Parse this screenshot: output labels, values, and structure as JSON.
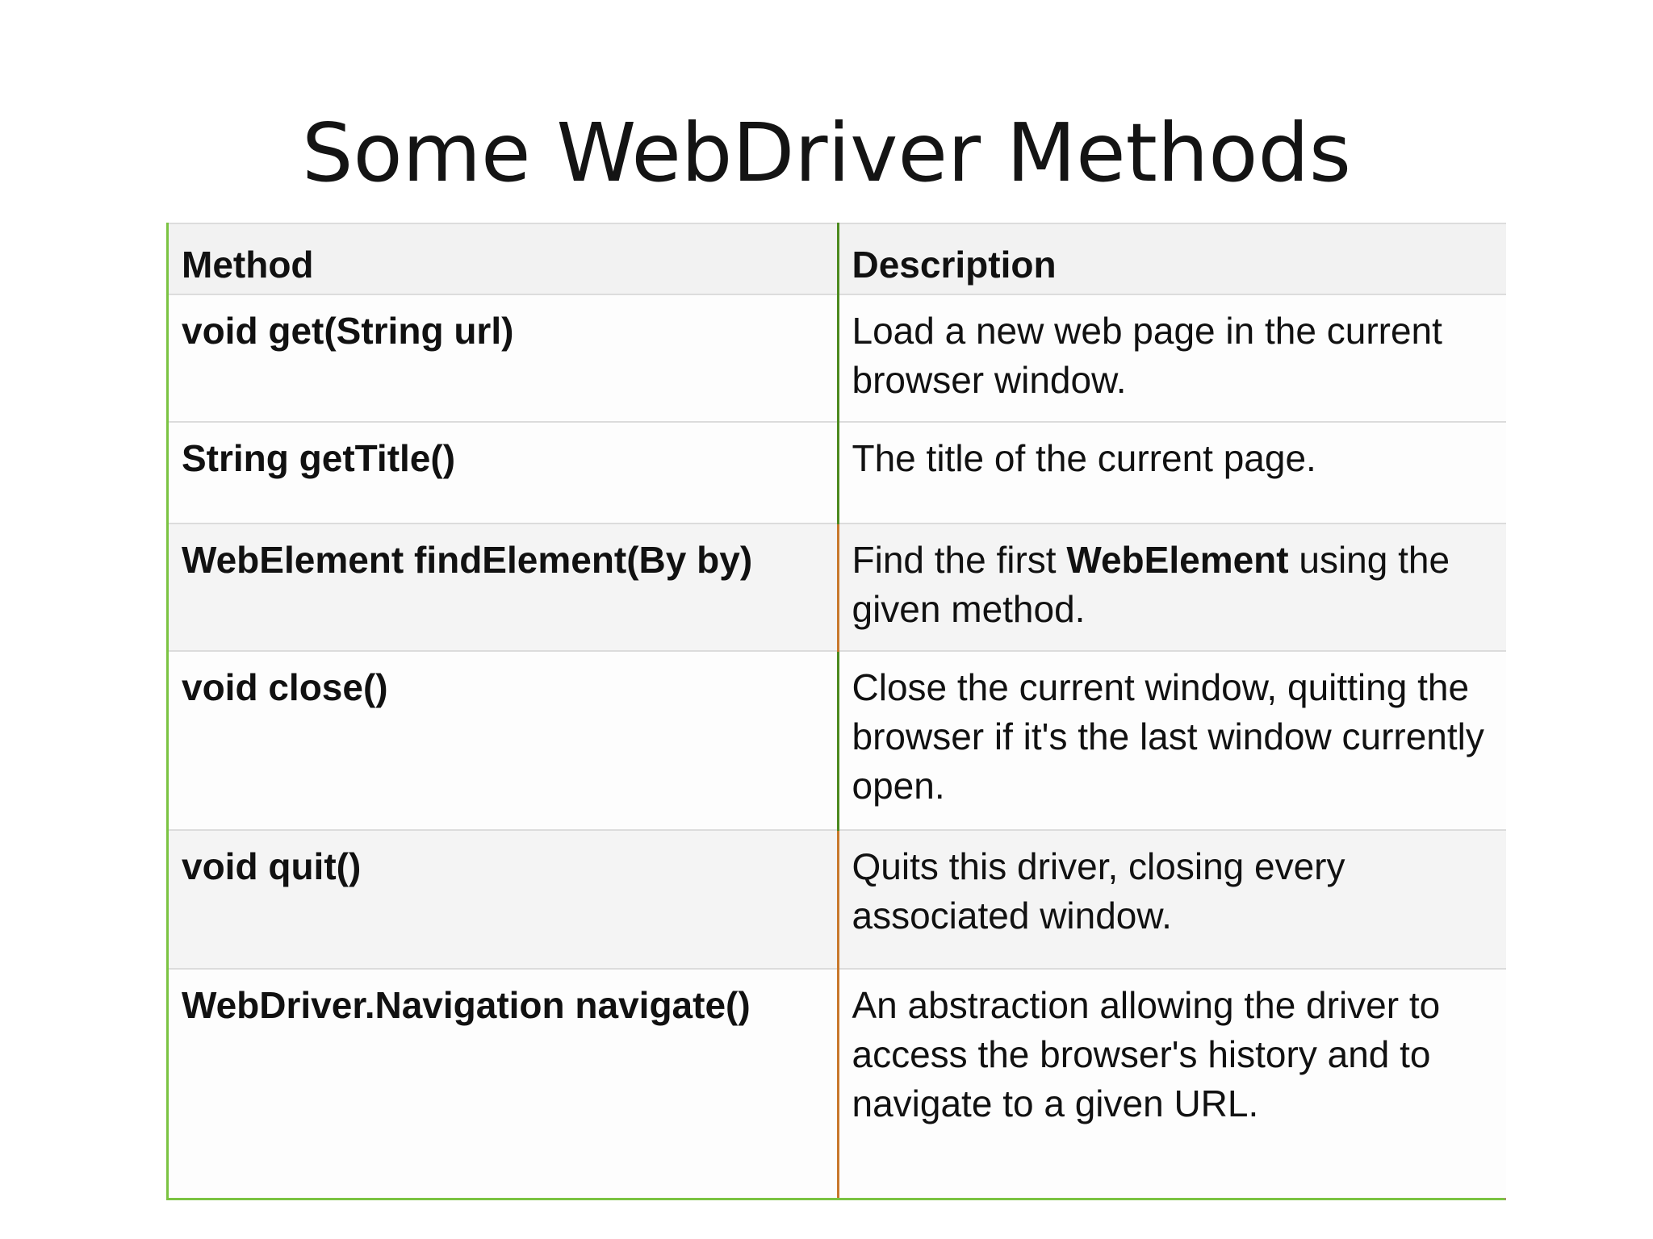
{
  "slide": {
    "title": "Some WebDriver Methods"
  },
  "table": {
    "headers": {
      "method": "Method",
      "description": "Description"
    },
    "rows": [
      {
        "method": "void get(String url)",
        "description": "Load a new web page in the current browser window."
      },
      {
        "method": "String getTitle()",
        "description": "The title of the current page."
      },
      {
        "method": "WebElement findElement(By by)",
        "description_before": "Find the first ",
        "description_bold": "WebElement",
        "description_after": " using the given method."
      },
      {
        "method": "void close()",
        "description": "Close the current window, quitting the browser if it's the last window currently open."
      },
      {
        "method": "void quit()",
        "description": "Quits this driver, closing every associated window."
      },
      {
        "method": "WebDriver.Navigation navigate()",
        "description": "An abstraction allowing the driver to access the browser's history and to navigate to a given URL."
      }
    ]
  },
  "colors": {
    "table_border_left": "#7bc342",
    "table_border_right": "#b5867a",
    "column_divider": "#4d8a1f",
    "header_background": "#f2f2f2"
  }
}
